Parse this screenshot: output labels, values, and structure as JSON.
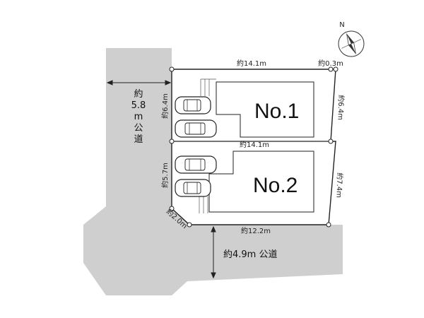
{
  "lots": [
    {
      "label": "No.1"
    },
    {
      "label": "No.2"
    }
  ],
  "dimensions": {
    "top": "約14.1m",
    "top_corner": "約0.3m",
    "right_lot1": "約6.4m",
    "middle": "約14.1m",
    "left_lot1": "約6.4m",
    "left_lot2": "約5.7m",
    "right_lot2": "約7.4m",
    "corner_cut": "約2.0m",
    "bottom": "約12.2m"
  },
  "roads": {
    "west_chars": [
      "約",
      "5.8",
      "m",
      "公",
      "道"
    ],
    "south": "約4.9m 公道"
  },
  "compass": {
    "north_label": "N"
  },
  "colors": {
    "road": "#cfcfcf",
    "line": "#222222",
    "lot_fill": "#ffffff"
  }
}
